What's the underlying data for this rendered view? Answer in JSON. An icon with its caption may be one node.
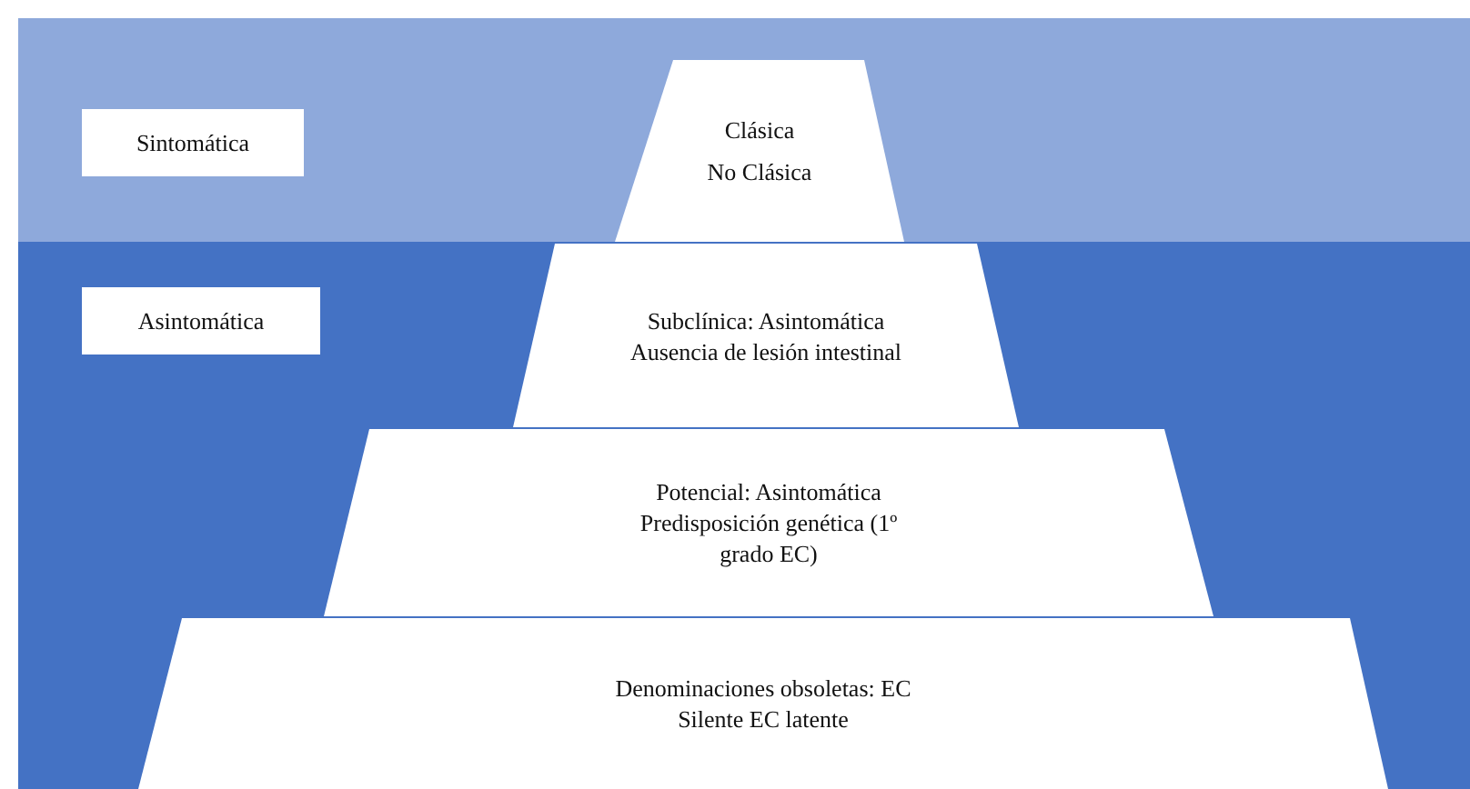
{
  "diagram": {
    "nodes": [
      {
        "text": [
          "Sintomática"
        ]
      },
      {
        "text": [
          "Clásica",
          "No Clásica"
        ]
      },
      {
        "text": [
          "Asintomática"
        ]
      },
      {
        "text": [
          "Subclínica: Asintomática Ausencia de lesión intestinal"
        ]
      },
      {
        "text": [
          "Potencial: Asintomática Predisposición genética (1º grado EC)"
        ]
      },
      {
        "text": [
          "Denominaciones obsoletas: EC Silente EC latente"
        ]
      }
    ]
  }
}
